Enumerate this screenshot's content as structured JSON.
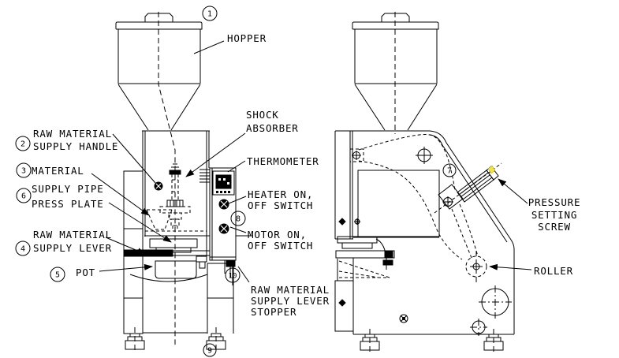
{
  "colors": {
    "line": "#000000",
    "background": "#ffffff",
    "highlight": "#ece351"
  },
  "callouts": {
    "c1": "1",
    "c2": "2",
    "c3": "3",
    "c4": "4",
    "c5": "5",
    "c6": "6",
    "c7": "7",
    "c8": "8",
    "c9": "9",
    "c10": "10"
  },
  "labels": {
    "hopper": "HOPPER",
    "shock_absorber_line1": "SHOCK",
    "shock_absorber_line2": "ABSORBER",
    "supply_handle_line1": "RAW MATERIAL",
    "supply_handle_line2": "SUPPLY HANDLE",
    "supply_pipe_line1": "MATERIAL",
    "supply_pipe_line2": "SUPPLY PIPE",
    "press_plate": "PRESS PLATE",
    "thermometer": "THERMOMETER",
    "heater_line1": "HEATER ON,",
    "heater_line2": "OFF SWITCH",
    "motor_line1": "MOTOR ON,",
    "motor_line2": "OFF SWITCH",
    "supply_lever_line1": "RAW MATERIAL",
    "supply_lever_line2": "SUPPLY LEVER",
    "pot": "POT",
    "stopper_line1": "RAW MATERIAL",
    "stopper_line2": "SUPPLY LEVER",
    "stopper_line3": "STOPPER",
    "pressure_screw_line1": "PRESSURE",
    "pressure_screw_line2": "SETTING",
    "pressure_screw_line3": "SCREW",
    "roller": "ROLLER"
  }
}
